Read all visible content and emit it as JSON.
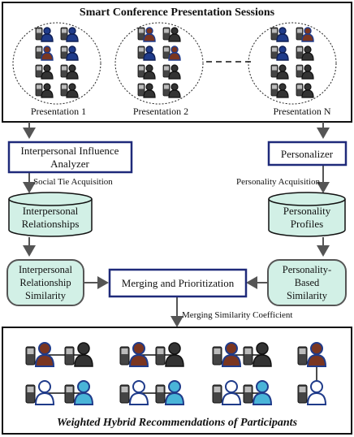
{
  "title": "Smart Conference Presentation Sessions",
  "presentations": [
    "Presentation 1",
    "Presentation 2",
    "Presentation N"
  ],
  "boxes": {
    "influence_analyzer": [
      "Interpersonal Influence",
      "Analyzer"
    ],
    "personalizer": "Personalizer",
    "merging": "Merging and Prioritization"
  },
  "databases": {
    "relationships": [
      "Interpersonal",
      "Relationships"
    ],
    "profiles": [
      "Personality",
      "Profiles"
    ]
  },
  "similarity": {
    "relationship": [
      "Interpersonal",
      "Relationship",
      "Similarity"
    ],
    "personality": [
      "Personality-",
      "Based",
      "Similarity"
    ]
  },
  "edge_labels": {
    "social_tie": "Social Tie Acquisition",
    "personality_acq": "Personality Acquisition",
    "merging_coeff": "Merging Similarity Coefficient"
  },
  "footer": "Weighted Hybrid Recommendations of Participants",
  "colors": {
    "box_border": "#1f2a7a",
    "db_fill": "#d2f0e6",
    "sim_fill": "#d2f0e6",
    "arrow": "#555555",
    "person_brown": "#7a3520",
    "person_navy": "#1f3b8a",
    "person_dark": "#333333",
    "person_cyan": "#49b4d8"
  }
}
